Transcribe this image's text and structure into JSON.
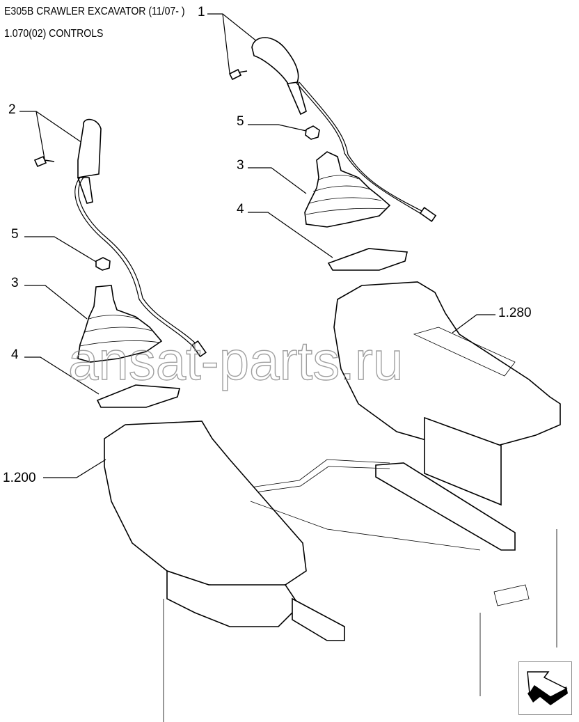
{
  "header": {
    "title": "E305B CRAWLER EXCAVATOR (11/07- )",
    "subtitle": "1.070(02) CONTROLS"
  },
  "callouts": {
    "c1": "1",
    "c2": "2",
    "c5a": "5",
    "c3a": "3",
    "c4a": "4",
    "c5b": "5",
    "c3b": "3",
    "c4b": "4",
    "ref_right_console": "1.280",
    "ref_left_console": "1.200"
  },
  "watermark": "ansat-parts.ru",
  "navigation": {
    "icon": "next-page-arrow-icon"
  }
}
